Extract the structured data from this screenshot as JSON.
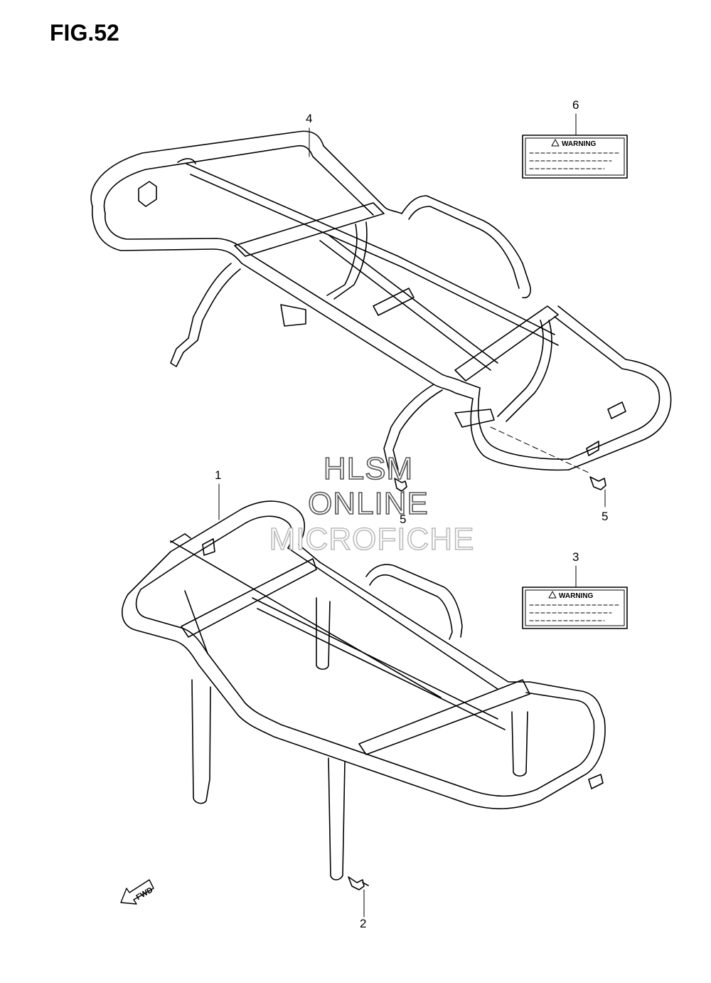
{
  "figure": {
    "title": "FIG.52"
  },
  "callouts": {
    "c1": "1",
    "c2": "2",
    "c3": "3",
    "c4": "4",
    "c5a": "5",
    "c5b": "5",
    "c6": "6"
  },
  "labels": {
    "upper_warning": "WARNING",
    "lower_warning": "WARNING"
  },
  "watermark": {
    "line1": "HLSM",
    "line2": "ONLINE",
    "line3": "MICROFICHE"
  },
  "direction_marker": {
    "text": "FWD"
  },
  "colors": {
    "line": "#000000",
    "background": "#ffffff"
  }
}
